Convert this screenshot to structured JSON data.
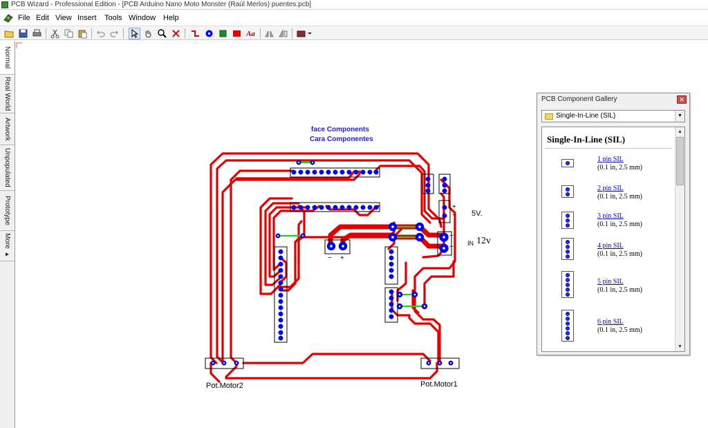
{
  "window": {
    "title": "PCB Wizard - Professional Edition - [PCB Arduino Nano Moto Monster (Raúl Merlos) puentes.pcb]"
  },
  "menu": [
    "File",
    "Edit",
    "View",
    "Insert",
    "Tools",
    "Window",
    "Help"
  ],
  "toolbar": {
    "buttons": [
      "open-icon",
      "save-icon",
      "print-icon",
      "cut-icon",
      "copy-icon",
      "paste-icon",
      "undo-icon",
      "redo-icon",
      "select-icon",
      "pan-icon",
      "zoom-icon",
      "delete-icon",
      "track-icon",
      "pad-icon",
      "square-pad-icon",
      "copper-area-icon",
      "text-icon",
      "flip-icon",
      "mirror-icon",
      "component-icon"
    ],
    "text_button_label": "Aa"
  },
  "side_tabs": [
    "Normal",
    "Real World",
    "Artwork",
    "Unpopulated",
    "Prototype",
    "More ▸"
  ],
  "board": {
    "heading_line1": "face  Components",
    "heading_line2": "Cara  Componentes",
    "label_5v": "5V.",
    "label_in": "IN",
    "label_12v": "12v",
    "label_pot_motor2": "Pot.Motor2",
    "label_pot_motor1": "Pot.Motor1",
    "plus_sign": "+",
    "minus_sign": "−",
    "colors": {
      "track": "#e00000",
      "pad": "#0000ff",
      "jumper": "#22cc22",
      "silkscreen": "#000000"
    }
  },
  "gallery": {
    "title": "PCB Component Gallery",
    "close_label": "✕",
    "category": "Single-In-Line (SIL)",
    "heading": "Single-In-Line (SIL)",
    "items": [
      {
        "name": "1 pin SIL",
        "size": "(0.1 in, 2.5 mm)",
        "pins": 1
      },
      {
        "name": "2 pin SIL",
        "size": "(0.1 in, 2.5 mm)",
        "pins": 2
      },
      {
        "name": "3 pin SIL",
        "size": "(0.1 in, 2.5 mm)",
        "pins": 3
      },
      {
        "name": "4 pin SIL",
        "size": "(0.1 in, 2.5 mm)",
        "pins": 4
      },
      {
        "name": "5 pin SIL",
        "size": "(0.1 in, 2.5 mm)",
        "pins": 5
      },
      {
        "name": "6 pin SIL",
        "size": "(0.1 in, 2.5 mm)",
        "pins": 6
      }
    ]
  }
}
